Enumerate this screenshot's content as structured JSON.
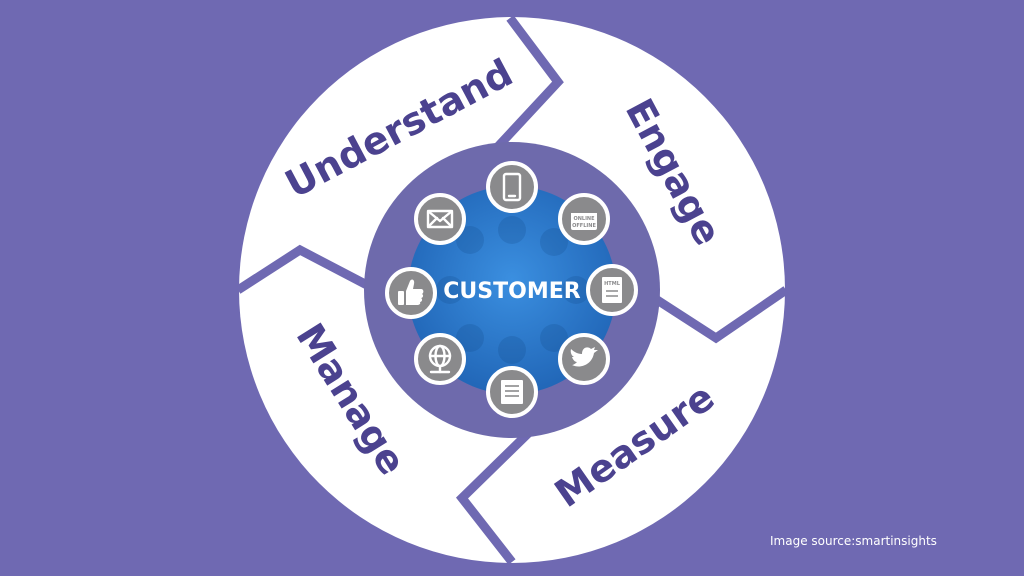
{
  "diagram": {
    "segments": [
      {
        "label": "Understand"
      },
      {
        "label": "Engage"
      },
      {
        "label": "Measure"
      },
      {
        "label": "Manage"
      }
    ],
    "center": {
      "label": "CUSTOMER"
    },
    "icons": [
      {
        "name": "mobile-icon"
      },
      {
        "name": "online-offline-icon",
        "text_top": "ONLINE",
        "text_bottom": "OFFLINE"
      },
      {
        "name": "html-page-icon",
        "text": "HTML"
      },
      {
        "name": "twitter-icon"
      },
      {
        "name": "document-icon"
      },
      {
        "name": "globe-network-icon"
      },
      {
        "name": "thumbs-up-icon"
      },
      {
        "name": "email-icon"
      }
    ],
    "colors": {
      "background": "#6f69b2",
      "ring": "#ffffff",
      "inner_ring": "#6e6aac",
      "center": "#2f7fd1",
      "segment_text": "#4b428f",
      "icon_badge": "#8a8a8c"
    }
  },
  "caption": "Image source:smartinsights"
}
